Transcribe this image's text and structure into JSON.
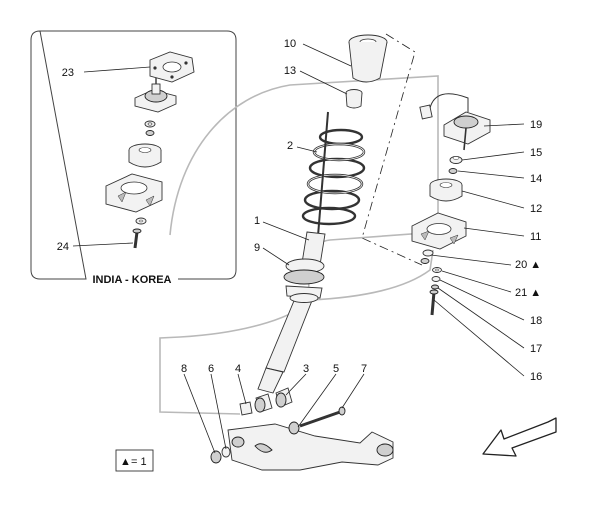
{
  "inset": {
    "title": "INDIA - KOREA"
  },
  "legend": {
    "symbol": "▲",
    "text": "= 1"
  },
  "labels": {
    "p1": "1",
    "p2": "2",
    "p3": "3",
    "p4": "4",
    "p5": "5",
    "p6": "6",
    "p7": "7",
    "p8": "8",
    "p9": "9",
    "p10": "10",
    "p11": "11",
    "p12": "12",
    "p13": "13",
    "p14": "14",
    "p15": "15",
    "p16": "16",
    "p17": "17",
    "p18": "18",
    "p19": "19",
    "p20": "20 ▲",
    "p21": "21 ▲",
    "p23": "23",
    "p24": "24"
  }
}
